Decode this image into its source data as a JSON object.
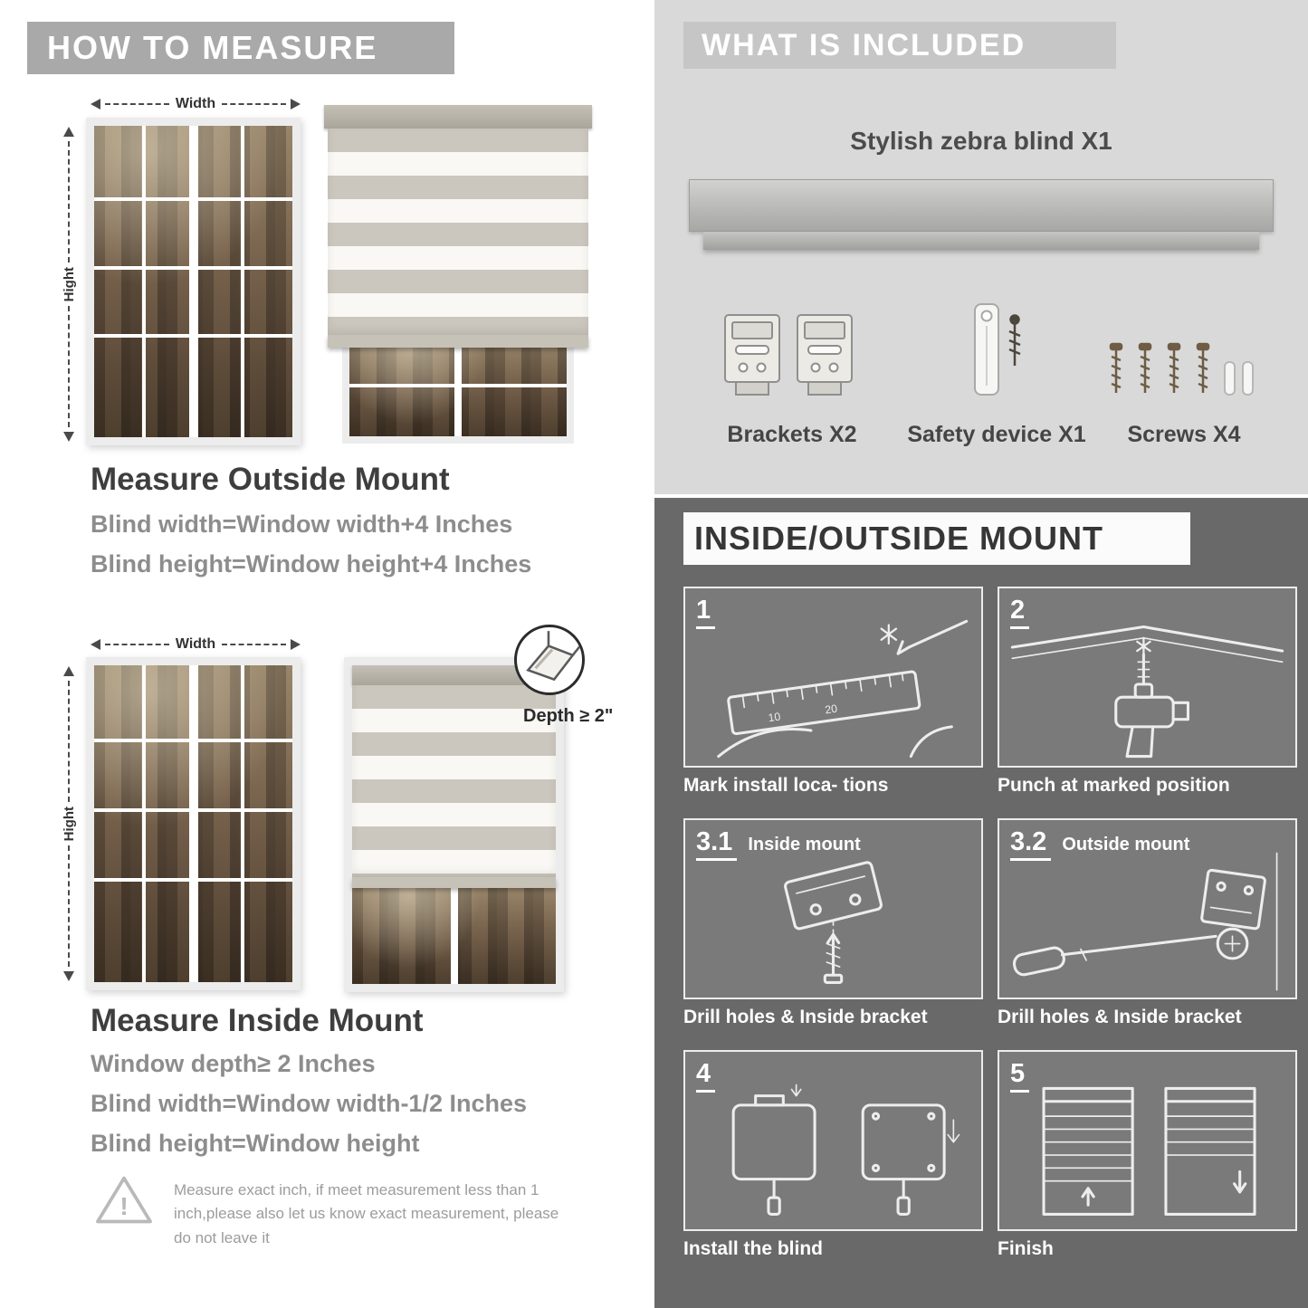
{
  "colors": {
    "banner_gray": "#a9a9a9",
    "included_panel_bg": "#d9d9d9",
    "included_banner_bg": "#c6c6c6",
    "dark_panel_bg": "#696969",
    "step_box_bg": "#7a7a7a",
    "heading_dark": "#3e3e3e",
    "formula_gray": "#8d8d8d",
    "stripe_gray": "#cbc7be",
    "stripe_light": "#f9f8f4"
  },
  "left": {
    "header": "HOW TO MEASURE",
    "outside": {
      "width_label": "Width",
      "height_label": "Hight",
      "title": "Measure Outside Mount",
      "lines": [
        "Blind width=Window width+4 Inches",
        "Blind height=Window height+4 Inches"
      ]
    },
    "inside": {
      "width_label": "Width",
      "height_label": "Hight",
      "depth_label": "Depth ≥ 2\"",
      "title": "Measure Inside Mount",
      "lines": [
        "Window depth≥ 2 Inches",
        "Blind width=Window width-1/2 Inches",
        "Blind height=Window height"
      ]
    },
    "note": {
      "icon": "warning-triangle-icon",
      "text": "Measure exact inch, if meet measurement less than 1 inch,please also let us know exact measurement, please do not leave it"
    }
  },
  "right": {
    "included": {
      "header": "WHAT IS INCLUDED",
      "product_label": "Stylish zebra blind X1",
      "items": [
        {
          "icon": "brackets-icon",
          "label": "Brackets X2"
        },
        {
          "icon": "safety-device-icon",
          "label": "Safety device X1"
        },
        {
          "icon": "screws-icon",
          "label": "Screws X4"
        }
      ]
    },
    "mount": {
      "header": "INSIDE/OUTSIDE MOUNT",
      "steps": [
        {
          "num": "1",
          "title": "",
          "caption": "Mark install loca- tions"
        },
        {
          "num": "2",
          "title": "",
          "caption": "Punch at  marked position"
        },
        {
          "num": "3.1",
          "title": "Inside mount",
          "caption": "Drill holes &  Inside bracket"
        },
        {
          "num": "3.2",
          "title": "Outside mount",
          "caption": "Drill holes &  Inside bracket"
        },
        {
          "num": "4",
          "title": "",
          "caption": "Install the blind"
        },
        {
          "num": "5",
          "title": "",
          "caption": "Finish"
        }
      ]
    }
  }
}
